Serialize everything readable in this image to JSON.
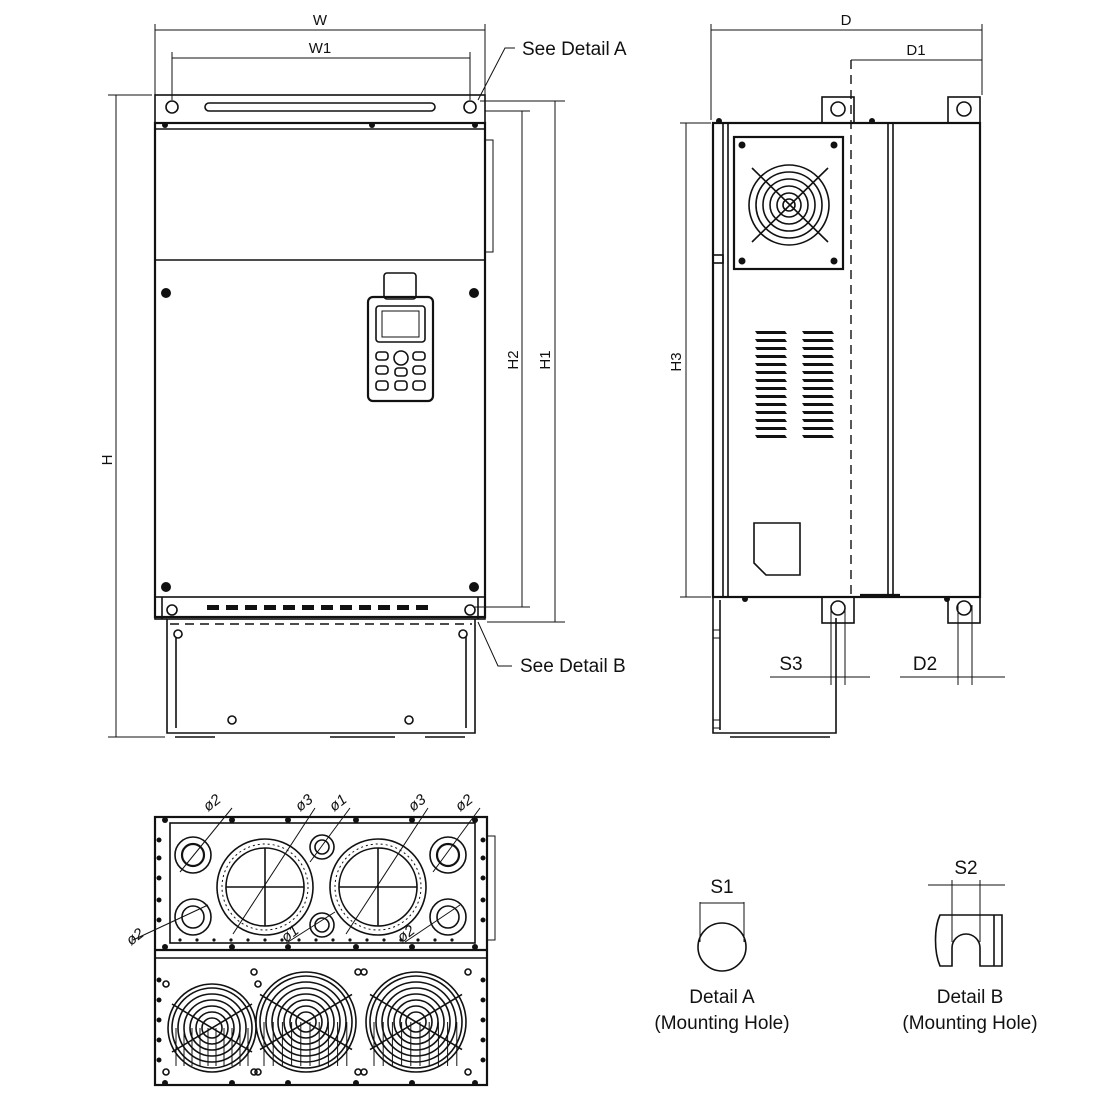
{
  "labels": {
    "W": "W",
    "W1": "W1",
    "D": "D",
    "D1": "D1",
    "D2": "D2",
    "H": "H",
    "H1": "H1",
    "H2": "H2",
    "H3": "H3",
    "S1": "S1",
    "S2": "S2",
    "S3": "S3"
  },
  "callouts": {
    "detail_a": "See Detail A",
    "detail_b": "See Detail B"
  },
  "diameters": {
    "phi1": "ø1",
    "phi2": "ø2",
    "phi3": "ø3"
  },
  "details": {
    "a_title": "Detail A",
    "a_sub": "(Mounting Hole)",
    "b_title": "Detail B",
    "b_sub": "(Mounting Hole)"
  }
}
